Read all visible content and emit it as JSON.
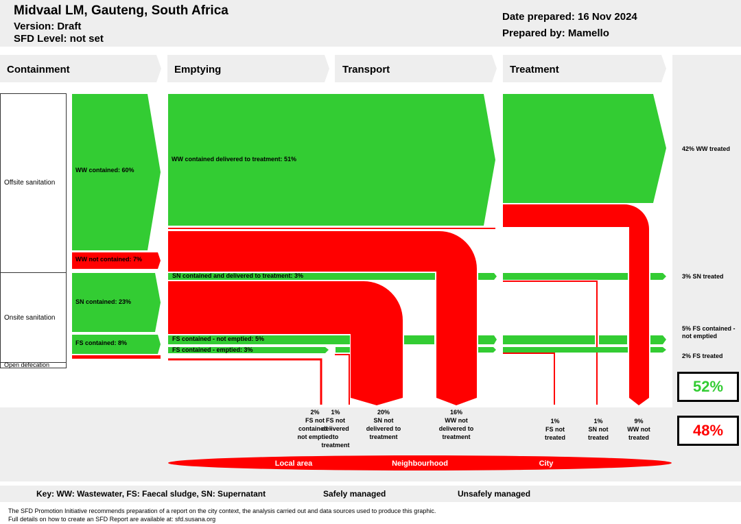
{
  "header": {
    "title": "Midvaal LM, Gauteng, South Africa",
    "version": "Version: Draft",
    "sfd_level": "SFD Level: not set",
    "date_prepared": "Date prepared: 16 Nov 2024",
    "prepared_by": "Prepared by: Mamello"
  },
  "stages": [
    "Containment",
    "Emptying",
    "Transport",
    "Treatment"
  ],
  "categories": {
    "offsite": "Offsite sanitation",
    "onsite": "Onsite sanitation",
    "open_defecation": "Open defecation"
  },
  "flows": {
    "ww_contained": "WW contained: 60%",
    "ww_not_contained": "WW not contained: 7%",
    "sn_contained": "SN contained: 23%",
    "fs_contained": "FS contained: 8%",
    "ww_delivered": "WW contained delivered to treatment: 51%",
    "sn_delivered": "SN contained and delivered to treatment: 3%",
    "fs_not_emptied": "FS contained - not emptied: 5%",
    "fs_emptied": "FS contained - emptied: 3%"
  },
  "outcomes": [
    {
      "pct": "2%",
      "text": "FS not contained - not emptied"
    },
    {
      "pct": "1%",
      "text": "FS not delivered to treatment"
    },
    {
      "pct": "20%",
      "text": "SN not delivered to treatment"
    },
    {
      "pct": "16%",
      "text": "WW not delivered to treatment"
    },
    {
      "pct": "1%",
      "text": "FS not treated"
    },
    {
      "pct": "1%",
      "text": "SN not treated"
    },
    {
      "pct": "9%",
      "text": "WW not treated"
    }
  ],
  "right_labels": {
    "ww_treated": "42% WW treated",
    "sn_treated": "3% SN treated",
    "fs_not_emptied": "5% FS contained - not emptied",
    "fs_treated": "2% FS treated"
  },
  "totals": {
    "safe": "52%",
    "unsafe": "48%"
  },
  "scale": [
    "Local area",
    "Neighbourhood",
    "City"
  ],
  "key": {
    "text": "Key: WW: Wastewater, FS: Faecal sludge, SN: Supernatant",
    "safe": "Safely managed",
    "unsafe": "Unsafely managed"
  },
  "footer": {
    "line1": "The SFD Promotion Initiative recommends preparation of a report on the city context, the analysis carried out and data sources used to produce this graphic.",
    "line2": "Full details on how to create an SFD Report are available at: sfd.susana.org"
  },
  "colors": {
    "safe": "#33cc33",
    "unsafe": "#ff0000",
    "background": "#eeeeee"
  }
}
